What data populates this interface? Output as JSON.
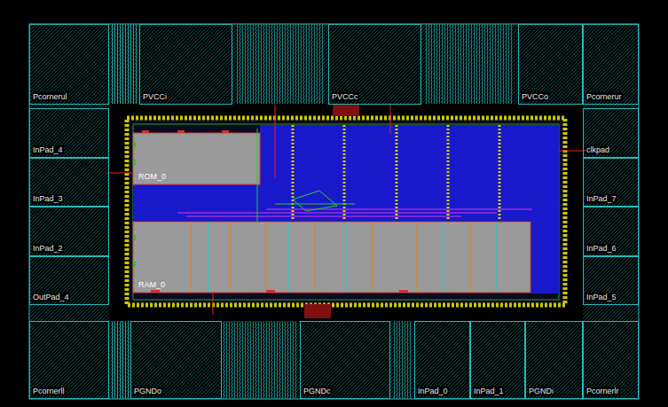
{
  "diagram": {
    "nodes": [
      {
        "text": [
          "Pcornerul"
        ]
      },
      {
        "text": [
          "PVCCi"
        ]
      },
      {
        "text": [
          "PVCCc"
        ]
      },
      {
        "text": [
          "PVCCo"
        ]
      },
      {
        "text": [
          "Pcornerur"
        ]
      },
      {
        "text": [
          "InPad_4"
        ]
      },
      {
        "text": [
          "clkpad"
        ]
      },
      {
        "text": [
          "ROM_0"
        ]
      },
      {
        "text": [
          "InPad_3"
        ]
      },
      {
        "text": [
          "InPad_7"
        ]
      },
      {
        "text": [
          "InPad_2"
        ]
      },
      {
        "text": [
          "InPad_6"
        ]
      },
      {
        "text": [
          "RAM_0"
        ]
      },
      {
        "text": [
          "OutPad_4"
        ]
      },
      {
        "text": [
          "InPad_5"
        ]
      },
      {
        "text": [
          "Pcornerll"
        ]
      },
      {
        "text": [
          "PGNDo"
        ]
      },
      {
        "text": [
          "PGNDc"
        ]
      },
      {
        "text": [
          "InPad_0"
        ]
      },
      {
        "text": [
          "InPad_1"
        ]
      },
      {
        "text": [
          "PGNDi"
        ]
      },
      {
        "text": [
          "Pcornerlr"
        ]
      }
    ]
  }
}
